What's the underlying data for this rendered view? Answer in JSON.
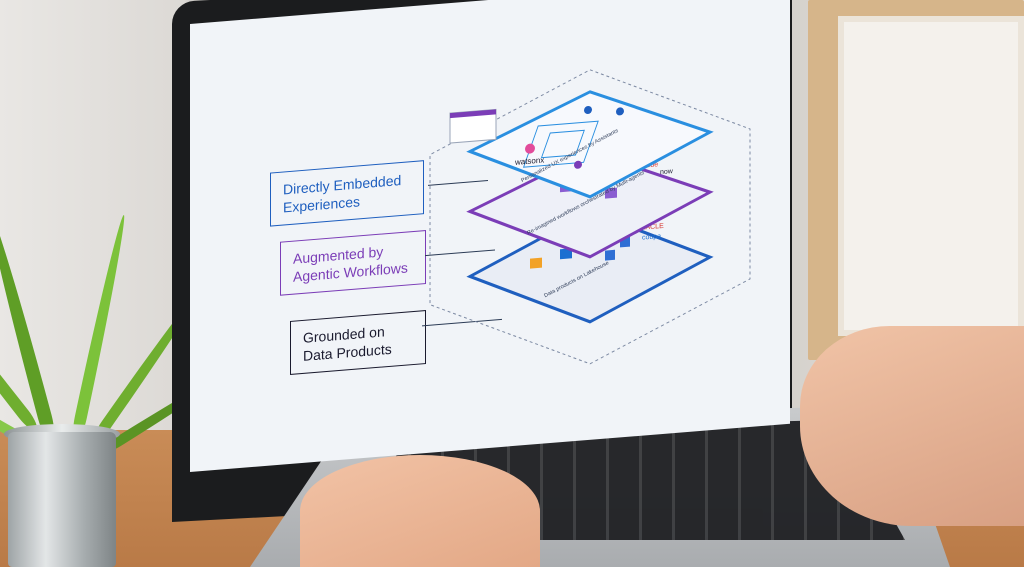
{
  "screen": {
    "labels": [
      {
        "text": "Directly Embedded Experiences",
        "color": "#1f5fbf"
      },
      {
        "text": "Augmented by Agentic Workflows",
        "color": "#7b3db7"
      },
      {
        "text": "Grounded on Data Products",
        "color": "#1a1a2e"
      }
    ],
    "diagram_texts": {
      "watsonx": "watsonx",
      "adobe": "Adobe",
      "now": "now",
      "oracle": "ORACLE",
      "coupa": "coupa",
      "tier1_caption": "Personalized UX experiences by Assistants",
      "tier2_caption": "Re-imagined workflows orchestrated by Multi-agents",
      "tier3_caption": "Data products on Lakehouse"
    },
    "colors": {
      "blue": "#1f5fbf",
      "purple": "#7b3db7",
      "dark": "#1a1a2e"
    }
  }
}
